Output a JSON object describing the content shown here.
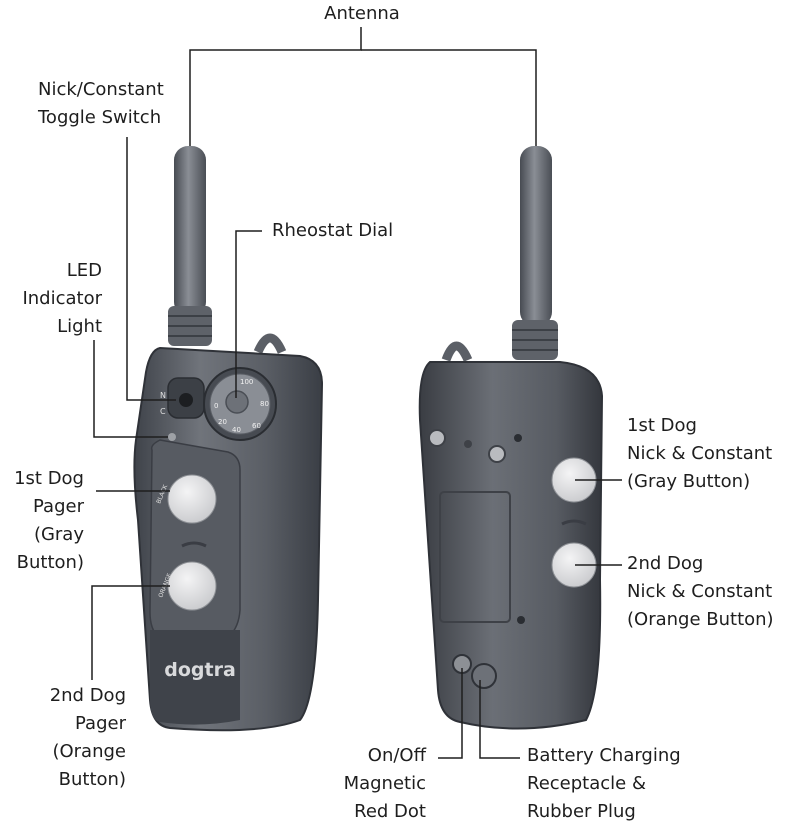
{
  "labels": {
    "antenna": "Antenna",
    "toggle_switch": [
      "Nick/Constant",
      "Toggle Switch"
    ],
    "rheostat_dial": "Rheostat Dial",
    "led_light": [
      "LED",
      "Indicator",
      "Light"
    ],
    "first_dog_pager": [
      "1st Dog",
      "Pager",
      "(Gray",
      "Button)"
    ],
    "second_dog_pager": [
      "2nd Dog",
      "Pager",
      "(Orange",
      "Button)"
    ],
    "first_dog_nick": [
      "1st Dog",
      "Nick & Constant",
      "(Gray Button)"
    ],
    "second_dog_nick": [
      "2nd Dog",
      "Nick & Constant",
      "(Orange Button)"
    ],
    "on_off_dot": [
      "On/Off",
      "Magnetic",
      "Red Dot"
    ],
    "charging": [
      "Battery Charging",
      "Receptacle &",
      "Rubber Plug"
    ]
  },
  "device": {
    "brand": "dogtra",
    "button_label_black": "BLACK",
    "button_label_orange": "ORANGE",
    "switch_marks": [
      "N",
      "C"
    ],
    "dial_marks": [
      "0",
      "20",
      "40",
      "60",
      "80",
      "100"
    ]
  },
  "colors": {
    "body_dark": "#4b4f56",
    "body_mid": "#6a6e75",
    "button_face": "#e3e4e6",
    "leader": "#1e1e1e"
  }
}
